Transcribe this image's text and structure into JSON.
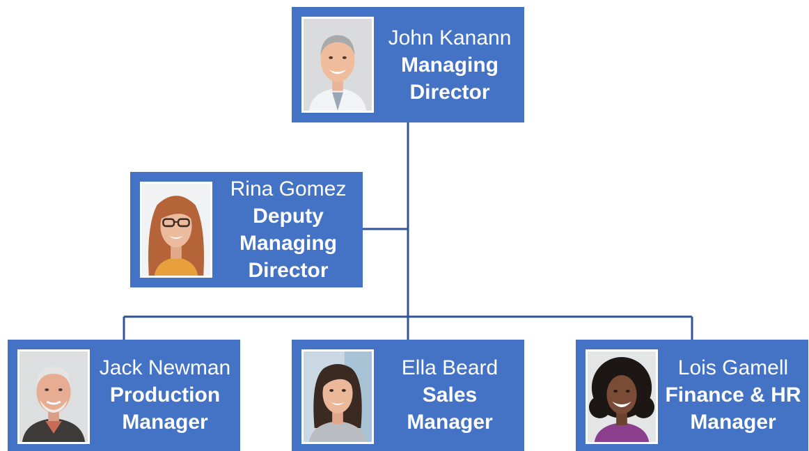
{
  "colors": {
    "card_fill": "#4472c4",
    "connector": "#2f5597",
    "text": "#ffffff"
  },
  "people": {
    "john": {
      "name": "John Kanann",
      "role": "Managing Director",
      "photo_icon": "man-gray-hair-portrait"
    },
    "rina": {
      "name": "Rina Gomez",
      "role": "Deputy Managing Director",
      "photo_icon": "woman-glasses-portrait"
    },
    "jack": {
      "name": "Jack Newman",
      "role": "Production Manager",
      "photo_icon": "man-white-beard-portrait"
    },
    "ella": {
      "name": "Ella Beard",
      "role": "Sales Manager",
      "photo_icon": "woman-dark-hair-portrait"
    },
    "lois": {
      "name": "Lois Gamell",
      "role": "Finance & HR Manager",
      "photo_icon": "woman-curly-hair-portrait"
    }
  }
}
